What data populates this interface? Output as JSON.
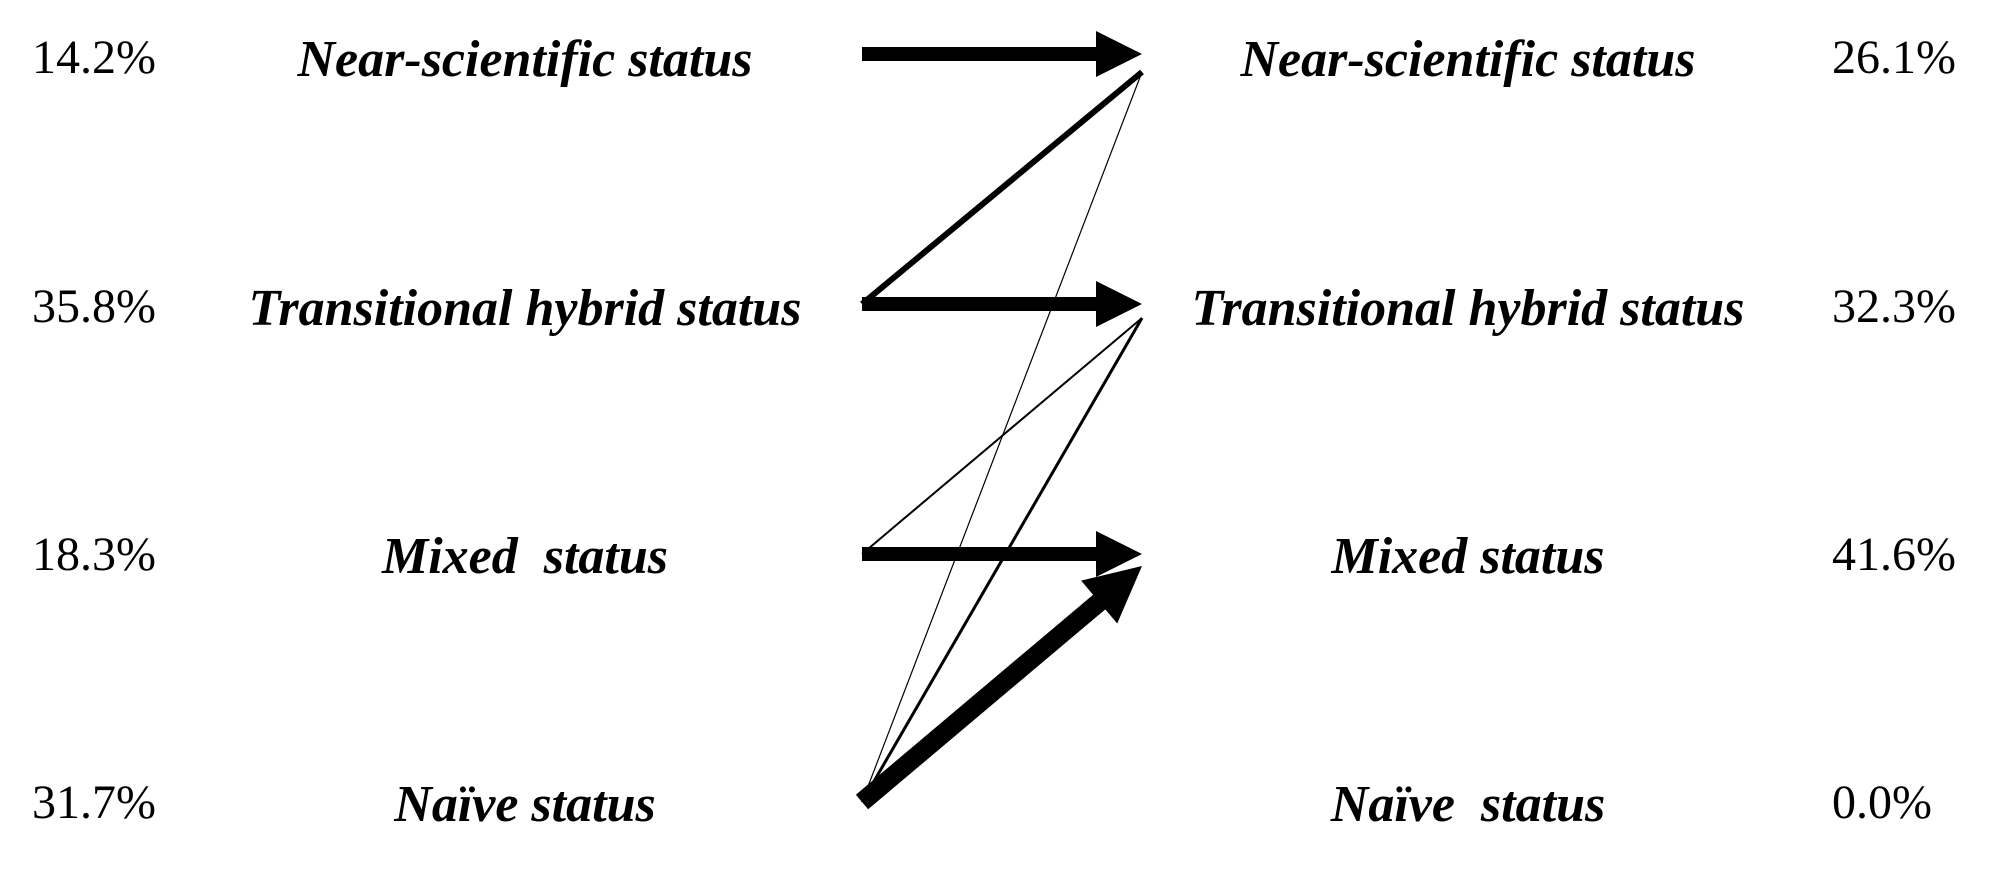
{
  "left_states": [
    {
      "percent": "14.2%",
      "label": "Near-scientific status"
    },
    {
      "percent": "35.8%",
      "label": "Transitional hybrid status"
    },
    {
      "percent": "18.3%",
      "label": "Mixed  status"
    },
    {
      "percent": "31.7%",
      "label": "Naïve status"
    }
  ],
  "right_states": [
    {
      "percent": "26.1%",
      "label": "Near-scientific status"
    },
    {
      "percent": "32.3%",
      "label": "Transitional hybrid status"
    },
    {
      "percent": "41.6%",
      "label": "Mixed status"
    },
    {
      "percent": "0.0%",
      "label": "Naïve  status"
    }
  ],
  "transitions": [
    {
      "from": 0,
      "to": 0,
      "weight": "heavy"
    },
    {
      "from": 1,
      "to": 0,
      "weight": "medium"
    },
    {
      "from": 1,
      "to": 1,
      "weight": "heavy"
    },
    {
      "from": 2,
      "to": 1,
      "weight": "thin"
    },
    {
      "from": 2,
      "to": 2,
      "weight": "heavy"
    },
    {
      "from": 3,
      "to": 0,
      "weight": "hairline"
    },
    {
      "from": 3,
      "to": 1,
      "weight": "light"
    },
    {
      "from": 3,
      "to": 2,
      "weight": "heaviest"
    }
  ],
  "colors": {
    "ink": "#000000",
    "background": "#ffffff"
  }
}
